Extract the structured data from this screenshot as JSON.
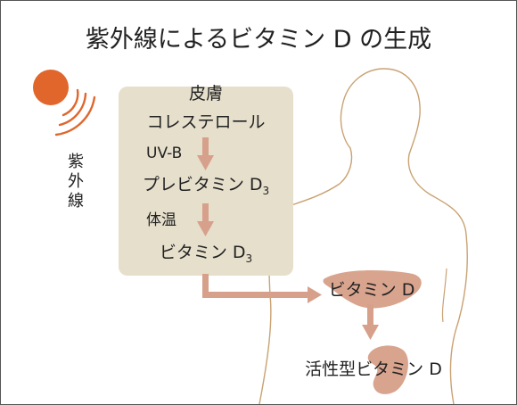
{
  "title": "紫外線によるビタミン D の生成",
  "uv_label": [
    "紫",
    "外",
    "線"
  ],
  "skin_box": {
    "header": "皮膚",
    "step1": "コレステロール",
    "arrow1_label": "UV-B",
    "step2_main": "プレビタミン D",
    "step2_sub": "3",
    "arrow2_label": "体温",
    "step3_main": "ビタミン D",
    "step3_sub": "3"
  },
  "liver_label": "ビタミン D",
  "kidney_label": "活性型ビタミン D",
  "colors": {
    "sun": "#e0662c",
    "uv_waves": "#e0662c",
    "skin_box_fill": "#e5dfcc",
    "arrow": "#d7a08a",
    "organ": "#d8a48e",
    "body_outline": "#c9a273",
    "text": "#222222"
  }
}
